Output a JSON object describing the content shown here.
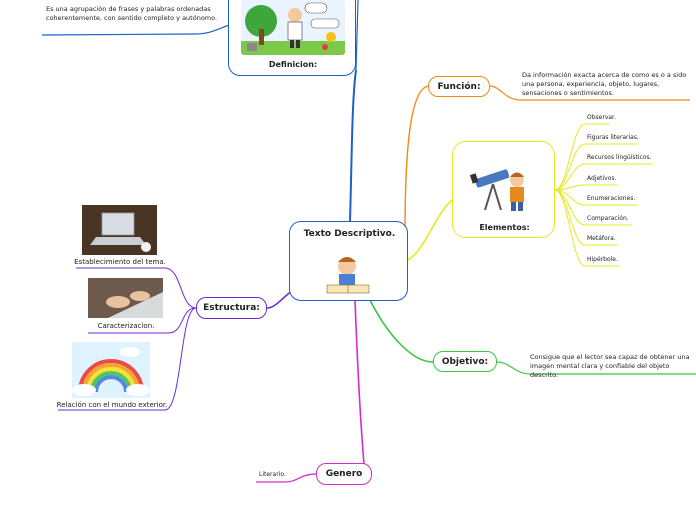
{
  "central": {
    "title": "Texto Descriptivo."
  },
  "definicion": {
    "label": "Definicion:",
    "text": "Es una agrupación de frases y palabras ordenadas coherentemente, con sentido completo y autónomo."
  },
  "funcion": {
    "label": "Función:",
    "text": "Da información exacta acerca de como es o a sido una persona, experiencia, objeto, lugares, sensaciones o sentimientos."
  },
  "elementos": {
    "label": "Elementos:",
    "items": [
      "Observar.",
      "Figuras literarias.",
      "Recursos lingüísticos.",
      "Adjetivos.",
      "Enumeraciones.",
      "Comparación.",
      "Metáfora.",
      "Hipérbole."
    ]
  },
  "objetivo": {
    "label": "Objetivo:",
    "text": "Consigue que el lector sea capaz de obtener una imagen mental clara y confiable del objeto descrito."
  },
  "estructura": {
    "label": "Estructura:",
    "items": [
      "Establecimiento del tema.",
      "Caracterizacion.",
      "Relación con el mundo exterior."
    ]
  },
  "genero": {
    "label": "Genero",
    "item": "Literario."
  },
  "colors": {
    "blue": "#1f5fc9",
    "orange": "#f08a14",
    "yellow": "#e8e820",
    "green": "#3ec43e",
    "purple": "#6a2bd6",
    "magenta": "#d42cc9"
  },
  "icons": [
    "boy-in-park-illustration",
    "boy-studying-illustration",
    "telescope-illustration",
    "laptop-photo",
    "typing-photo",
    "rainbow-illustration"
  ]
}
